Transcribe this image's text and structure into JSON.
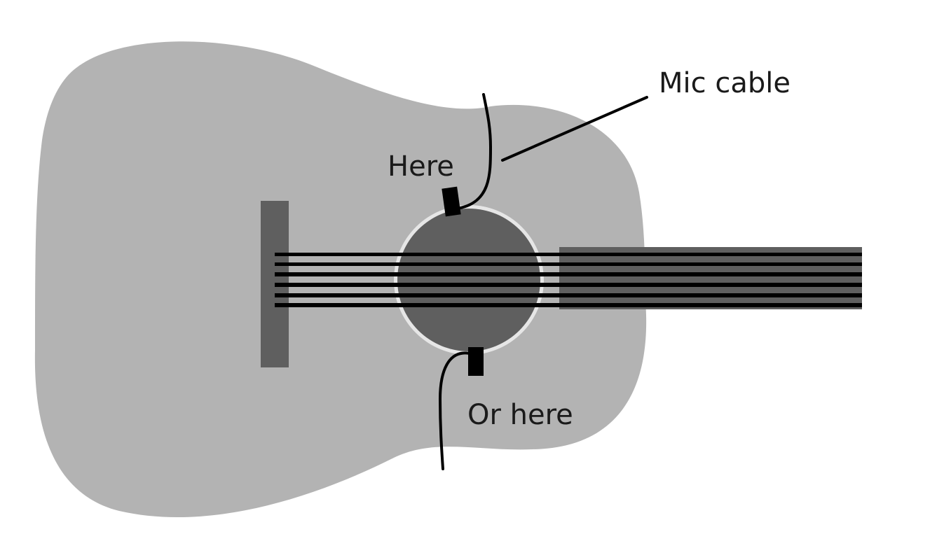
{
  "labels": {
    "mic_cable": "Mic cable",
    "here": "Here",
    "or_here": "Or here"
  },
  "colors": {
    "background": "#ffffff",
    "body": "#b3b3b3",
    "bridge": "#5f5f5f",
    "soundhole": "#5f5f5f",
    "soundhole_ring": "#e6e6e6",
    "neck": "#5f5f5f",
    "strings": "#000000",
    "mic": "#000000",
    "text": "#1a1a1a"
  },
  "strings": {
    "count": 6
  }
}
